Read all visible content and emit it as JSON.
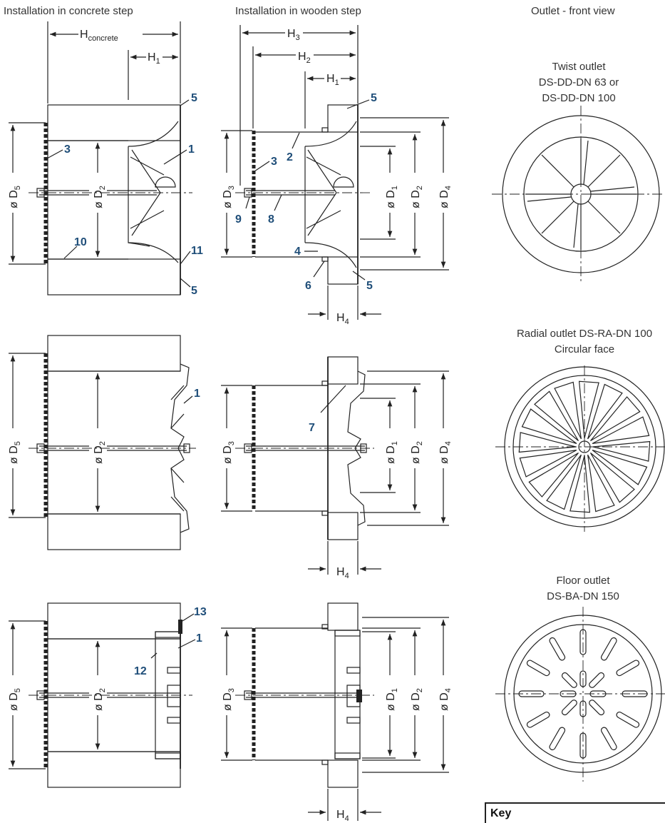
{
  "headers": {
    "concrete": "Installation in concrete step",
    "wooden": "Installation in wooden step",
    "outlet": "Outlet - front view"
  },
  "captions": {
    "twist": [
      "Twist outlet",
      "DS-DD-DN 63 or",
      "DS-DD-DN 100"
    ],
    "radial": [
      "Radial outlet DS-RA-DN 100",
      "Circular face"
    ],
    "floor": [
      "Floor outlet",
      "DS-BA-DN 150"
    ]
  },
  "dimensions": {
    "h_concrete": "H",
    "h_concrete_sub": "concrete",
    "h1": "H",
    "h1_sub": "1",
    "h2": "H",
    "h2_sub": "2",
    "h3": "H",
    "h3_sub": "3",
    "h4": "H",
    "h4_sub": "4",
    "diameter_prefix": "ø D",
    "d1_sub": "1",
    "d2_sub": "2",
    "d3_sub": "3",
    "d4_sub": "4",
    "d5_sub": "5"
  },
  "callouts": {
    "n1": "1",
    "n2": "2",
    "n3": "3",
    "n4": "4",
    "n5": "5",
    "n6": "6",
    "n7": "7",
    "n8": "8",
    "n9": "9",
    "n10": "10",
    "n11": "11",
    "n12": "12",
    "n13": "13"
  },
  "key": {
    "title": "Key"
  },
  "colors": {
    "callout": "#1f4e79",
    "line": "#222222",
    "hatch": "#444444"
  }
}
